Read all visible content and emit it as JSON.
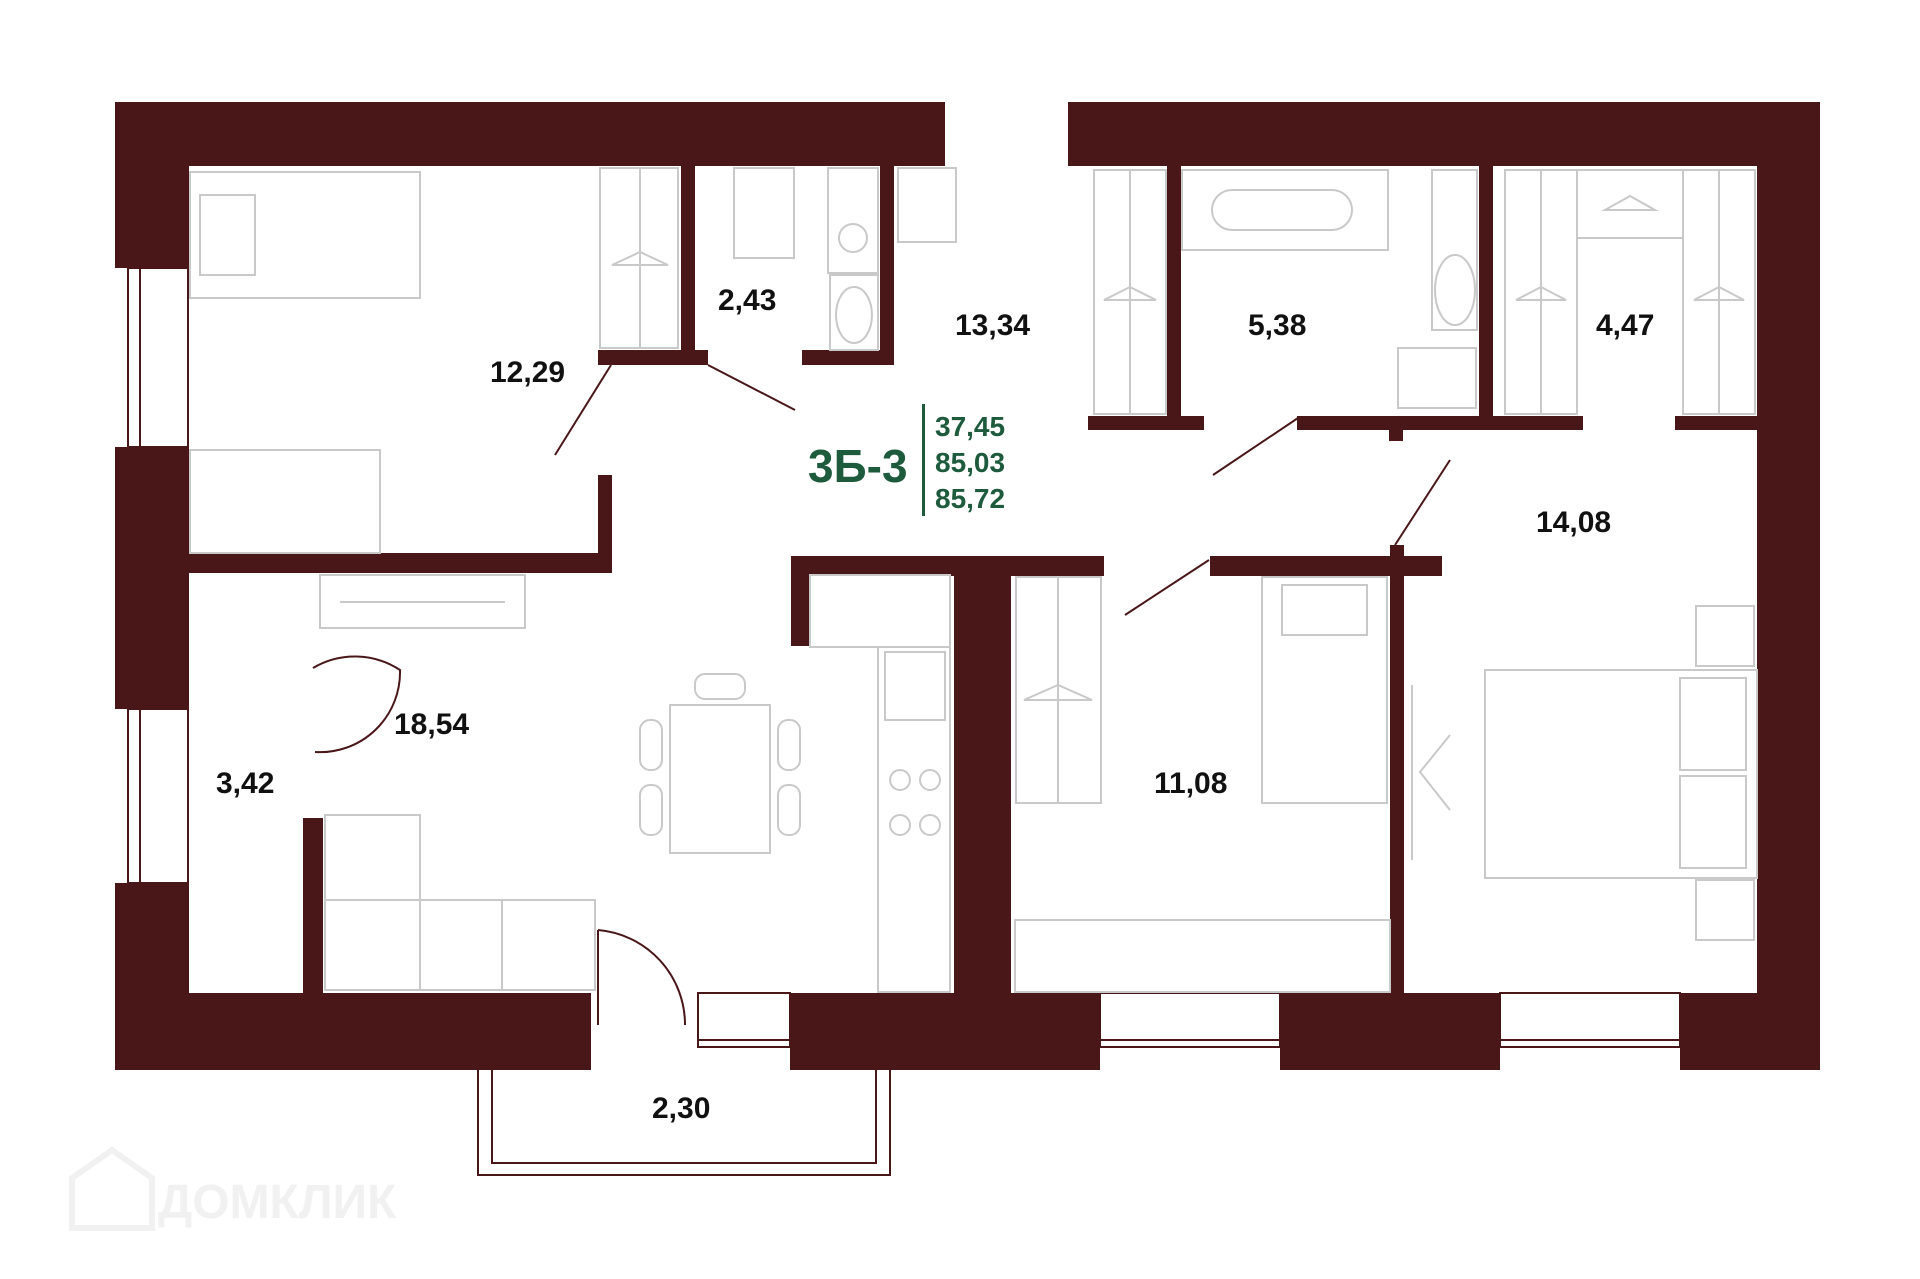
{
  "apartment": {
    "code": "3Б-3",
    "totals": [
      "37,45",
      "85,03",
      "85,72"
    ]
  },
  "rooms": [
    {
      "id": "bedroom-left",
      "area": "12,29"
    },
    {
      "id": "toilet",
      "area": "2,43"
    },
    {
      "id": "hallway",
      "area": "13,34"
    },
    {
      "id": "bathroom",
      "area": "5,38"
    },
    {
      "id": "wardrobe",
      "area": "4,47"
    },
    {
      "id": "bedroom-master",
      "area": "14,08"
    },
    {
      "id": "kitchen-living",
      "area": "18,54"
    },
    {
      "id": "storage",
      "area": "3,42"
    },
    {
      "id": "bedroom-small",
      "area": "11,08"
    },
    {
      "id": "balcony",
      "area": "2,30"
    }
  ],
  "watermark": {
    "text": "ДОМКЛИК",
    "icon": "house-icon"
  },
  "colors": {
    "wall": "#4a1718",
    "accent": "#1e5a3c",
    "furniture": "#c9c9c9"
  }
}
